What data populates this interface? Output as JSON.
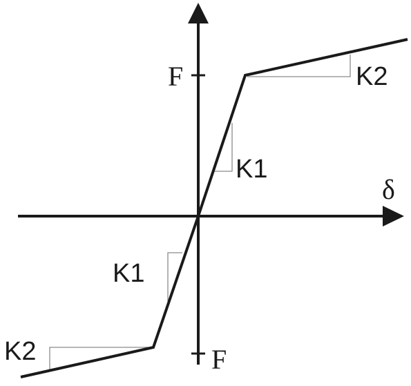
{
  "labels": {
    "force_top": "F",
    "force_bottom": "F",
    "displacement": "δ",
    "stiffness_elastic_top": "K1",
    "stiffness_elastic_bottom": "K1",
    "stiffness_post_yield_top": "K2",
    "stiffness_post_yield_bottom": "K2"
  },
  "colors": {
    "axis": "#1a1a1a",
    "curve": "#1a1a1a",
    "slope_triangle": "#8a8a8a"
  }
}
